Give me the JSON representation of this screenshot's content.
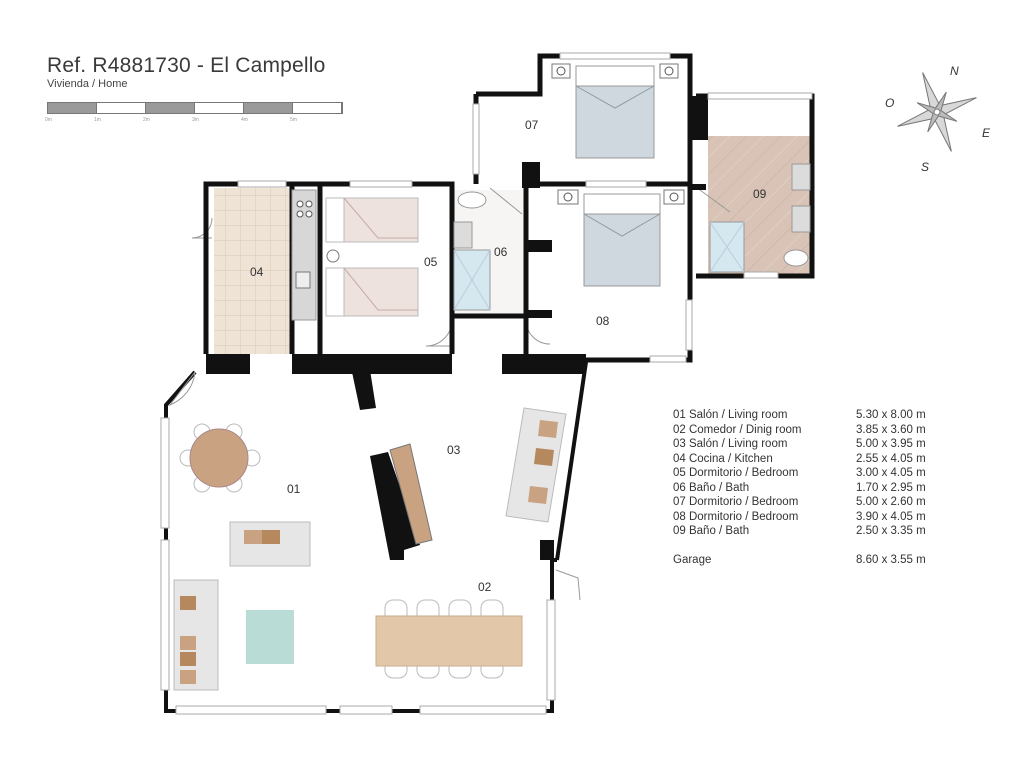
{
  "header": {
    "title": "Ref. R4881730 - El Campello",
    "subtitle": "Vivienda / Home"
  },
  "scale_bar": {
    "labels": [
      "0m",
      "1m",
      "2m",
      "3m",
      "4m",
      "5m"
    ]
  },
  "compass": {
    "north": "N",
    "east": "E",
    "south": "S",
    "west": "O"
  },
  "rooms": {
    "r01": "01",
    "r02": "02",
    "r03": "03",
    "r04": "04",
    "r05": "05",
    "r06": "06",
    "r07": "07",
    "r08": "08",
    "r09": "09"
  },
  "legend": {
    "items": [
      {
        "name": "01 Salón / Living room",
        "size": "5.30 x 8.00 m"
      },
      {
        "name": "02 Comedor / Dinig room",
        "size": "3.85 x 3.60 m"
      },
      {
        "name": "03 Salón / Living room",
        "size": "5.00 x 3.95 m"
      },
      {
        "name": "04 Cocina / Kitchen",
        "size": "2.55 x 4.05 m"
      },
      {
        "name": "05 Dormitorio / Bedroom",
        "size": "3.00 x 4.05 m"
      },
      {
        "name": "06 Baño / Bath",
        "size": "1.70 x 2.95 m"
      },
      {
        "name": "07 Dormitorio / Bedroom",
        "size": "5.00 x 2.60 m"
      },
      {
        "name": "08 Dormitorio / Bedroom",
        "size": "3.90 x 4.05 m"
      },
      {
        "name": "09 Baño / Bath",
        "size": "2.50 x 3.35 m"
      }
    ],
    "garage": {
      "name": "Garage",
      "size": "8.60 x 3.55 m"
    }
  }
}
